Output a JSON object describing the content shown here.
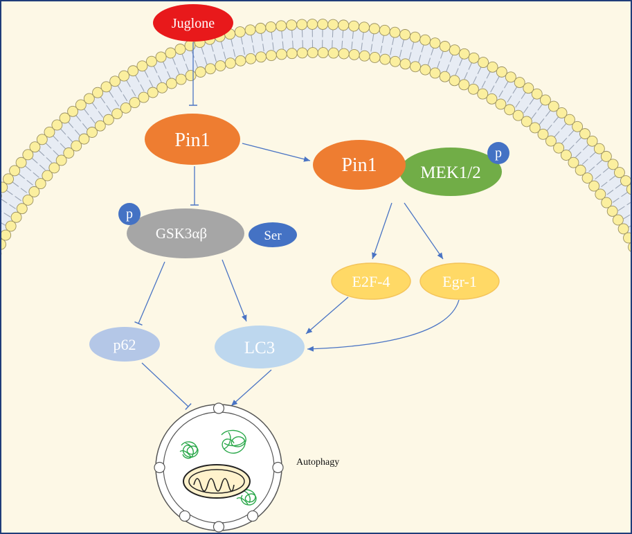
{
  "nodes": {
    "juglone": {
      "label": "Juglone",
      "color": "#e8191b",
      "text_color": "#ffffff"
    },
    "pin1_left": {
      "label": "Pin1",
      "color": "#ee7d31",
      "text_color": "#ffffff"
    },
    "pin1_right": {
      "label": "Pin1",
      "color": "#ee7d31",
      "text_color": "#ffffff"
    },
    "mek": {
      "label": "MEK1/2",
      "color": "#71ad47",
      "text_color": "#ffffff"
    },
    "gsk": {
      "label": "GSK3αβ",
      "color": "#a6a6a6",
      "text_color": "#ffffff"
    },
    "ser": {
      "label": "Ser",
      "color": "#4472c4",
      "text_color": "#ffffff"
    },
    "p_gsk": {
      "label": "p",
      "color": "#4472c4",
      "text_color": "#ffffff"
    },
    "p_mek": {
      "label": "p",
      "color": "#4472c4",
      "text_color": "#ffffff"
    },
    "e2f4": {
      "label": "E2F-4",
      "color": "#ffd966",
      "text_color": "#ffffff"
    },
    "egr1": {
      "label": "Egr-1",
      "color": "#ffd966",
      "text_color": "#ffffff"
    },
    "p62": {
      "label": "p62",
      "color": "#b4c7e7",
      "text_color": "#ffffff"
    },
    "lc3": {
      "label": "LC3",
      "color": "#bdd7ee",
      "text_color": "#ffffff"
    }
  },
  "autophagy_label": "Autophagy",
  "colors": {
    "background": "#fdf8e6",
    "membrane_head": "#fbef9f",
    "membrane_head_stroke": "#9a9060",
    "arrow": "#4a74c4",
    "border": "#1f3d7a"
  }
}
